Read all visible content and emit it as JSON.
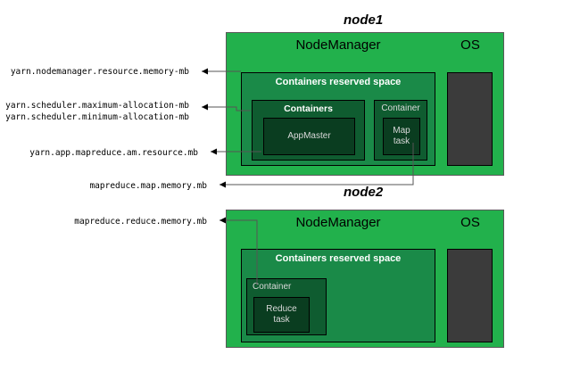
{
  "diagram": {
    "title": "Hadoop YARN / MapReduce memory configuration properties",
    "colors": {
      "node_green": "#22b14c",
      "reserved_green": "#1a8a48",
      "container_green": "#0f5c30",
      "task_green": "#0a3d20",
      "os_gray": "#3b3b3b",
      "leader_line": "#555555",
      "text_black": "#000000",
      "text_white": "#ffffff"
    }
  },
  "labels": [
    {
      "id": "nm-resource-memory",
      "text": "yarn.nodemanager.resource.memory-mb"
    },
    {
      "id": "sched-max-allocation",
      "text": "yarn.scheduler.maximum-allocation-mb"
    },
    {
      "id": "sched-min-allocation",
      "text": "yarn.scheduler.minimum-allocation-mb"
    },
    {
      "id": "am-resource-memory",
      "text": "yarn.app.mapreduce.am.resource.mb"
    },
    {
      "id": "map-memory",
      "text": "mapreduce.map.memory.mb"
    },
    {
      "id": "reduce-memory",
      "text": "mapreduce.reduce.memory.mb"
    }
  ],
  "nodes": [
    {
      "id": "node1",
      "title": "node1",
      "nodemanager_label": "NodeManager",
      "os_label": "OS",
      "reserved_label": "Containers reserved space",
      "boxes": [
        {
          "id": "containers",
          "label": "Containers",
          "bold": true,
          "task": "AppMaster"
        },
        {
          "id": "container",
          "label": "Container",
          "bold": false,
          "task": "Map\ntask"
        }
      ]
    },
    {
      "id": "node2",
      "title": "node2",
      "nodemanager_label": "NodeManager",
      "os_label": "OS",
      "reserved_label": "Containers reserved space",
      "boxes": [
        {
          "id": "container",
          "label": "Container",
          "bold": false,
          "task": "Reduce\ntask"
        }
      ]
    }
  ]
}
